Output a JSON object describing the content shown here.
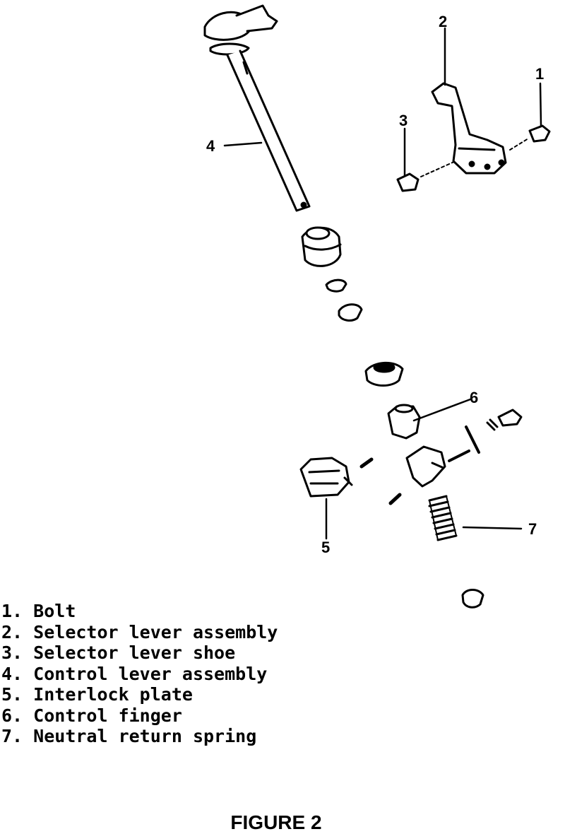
{
  "callouts": [
    "1",
    "2",
    "3",
    "4",
    "5",
    "6",
    "7"
  ],
  "legend": [
    {
      "num": "1.",
      "text": "Bolt"
    },
    {
      "num": "2.",
      "text": "Selector lever assembly"
    },
    {
      "num": "3.",
      "text": "Selector lever shoe"
    },
    {
      "num": "4.",
      "text": "Control lever assembly"
    },
    {
      "num": "5.",
      "text": "Interlock plate"
    },
    {
      "num": "6.",
      "text": "Control finger"
    },
    {
      "num": "7.",
      "text": "Neutral return spring"
    }
  ],
  "figure_title": "FIGURE 2"
}
